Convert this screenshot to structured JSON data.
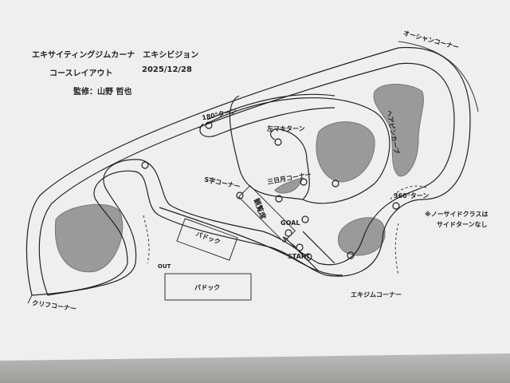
{
  "header": {
    "title": "エキサイティングジムカーナ　エキシビジョン",
    "subtitle": "コースレイアウト",
    "date": "2025/12/28",
    "supervisor": "監修：山野 哲也"
  },
  "labels": {
    "ocean_corner": "オーシャンコーナー",
    "turn_180": "180°ターン",
    "left_maki_turn": "左マキターン",
    "hairpin": "ヘアピンカーブ",
    "crescent_corner": "三日月コーナー",
    "s_corner": "S字コーナー",
    "turn_360": "360°ターン",
    "note": "※ノーサイドクラスは\nサイドターンなし",
    "note_line1": "※ノーサイドクラスは",
    "note_line2": "サイドターンなし",
    "stands": "観覧席",
    "goal": "GOAL",
    "start": "START",
    "out": "OUT",
    "paddock1": "パドック",
    "paddock2": "パドック",
    "cliff_corner": "クリフコーナー",
    "exijim_corner": "エキジムコーナー"
  },
  "colors": {
    "paper": "#eff0ee",
    "line": "#222222",
    "island": "#9a9b99"
  }
}
